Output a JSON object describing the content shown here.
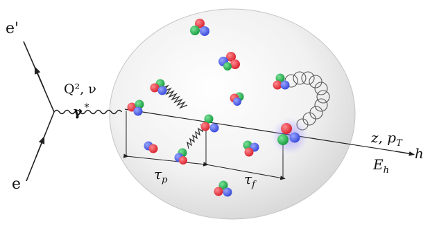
{
  "labels": {
    "e_out": "e'",
    "e_in": "e",
    "q2_nu": "Q², ν",
    "gamma": "γ",
    "gamma_sup": "*",
    "z_pt": "z, p",
    "z_pt_sub": "T",
    "hadron": "h",
    "e_h": "E",
    "e_h_sub": "h",
    "tau_p": "τ",
    "tau_p_sub": "p",
    "tau_f": "τ",
    "tau_f_sub": "f"
  },
  "colors": {
    "quark_red": "#e8323c",
    "quark_green": "#22b24c",
    "quark_blue": "#4a5ee8",
    "nucleus_fill": "#e6e6e6",
    "line": "#222222"
  }
}
